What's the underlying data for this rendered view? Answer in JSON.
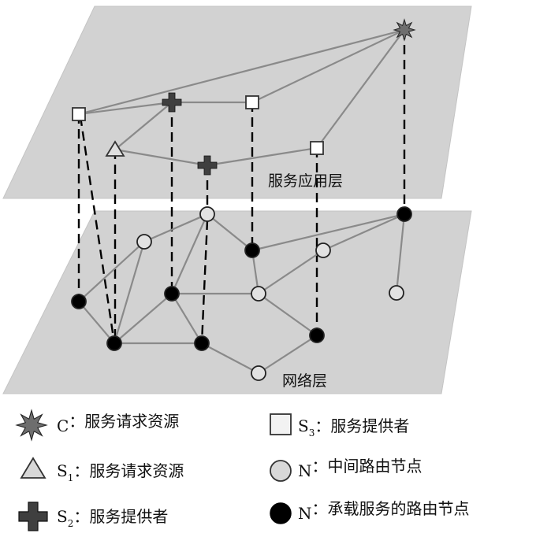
{
  "layers": {
    "service": "服务应用层",
    "network": "网络层"
  },
  "legend": [
    {
      "symbol": "star",
      "letter": "C",
      "sub": "",
      "text": "：服务请求资源"
    },
    {
      "symbol": "square",
      "letter": "S",
      "sub": "3",
      "text": "：服务提供者"
    },
    {
      "symbol": "triangle",
      "letter": "S",
      "sub": "1",
      "text": "：服务请求资源"
    },
    {
      "symbol": "circle-open",
      "letter": "N",
      "sub": "",
      "text": "：中间路由节点"
    },
    {
      "symbol": "cross",
      "letter": "S",
      "sub": "2",
      "text": "：服务提供者"
    },
    {
      "symbol": "circle-filled",
      "letter": "N",
      "sub": "",
      "text": "：承载服务的路由节点"
    }
  ],
  "colors": {
    "plane": "#d2d2d2",
    "plane_edge": "#c4c4c4",
    "edge": "#8a8a8a",
    "star": "#6e6e6e",
    "cross": "#3f3f3f",
    "filled_node": "#000000",
    "open_node": "#e2e2e2"
  }
}
